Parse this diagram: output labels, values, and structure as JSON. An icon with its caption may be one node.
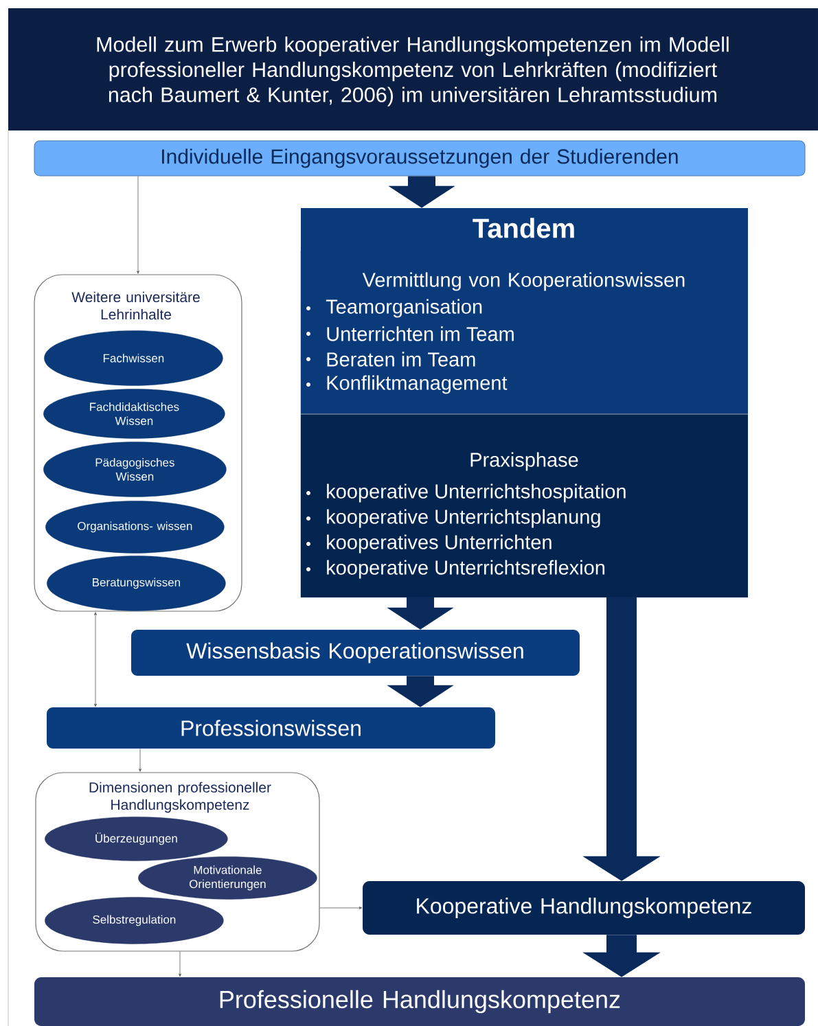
{
  "diagram": {
    "title": "Modell zum Erwerb kooperativer Handlungskompetenzen im Modell professioneller Handlungskompetenz von Lehrkräften (modifiziert nach Baumert & Kunter, 2006) im universitären Lehramtsstudium",
    "nodes": [
      {
        "text": [
          "Individuelle Eingangsvoraussetzungen der Studierenden"
        ]
      },
      {
        "text": [
          "Tandem"
        ]
      },
      {
        "text": [
          "Vermittlung von Kooperationswissen",
          "Teamorganisation",
          "Unterrichten im Team",
          "Beraten im Team",
          "Konfliktmanagement"
        ],
        "in": 1
      },
      {
        "text": [
          "Praxisphase",
          "kooperative Unterrichtshospitation",
          "kooperative Unterrichtsplanung",
          "kooperatives Unterrichten",
          "kooperative Unterrichtsreflexion"
        ],
        "in": 1
      },
      {
        "text": [
          "Weitere universitäre Lehrinhalte"
        ]
      },
      {
        "text": [
          "Fachwissen"
        ],
        "in": 4
      },
      {
        "text": [
          "Fachdidaktisches Wissen"
        ],
        "in": 4
      },
      {
        "text": [
          "Pädagogisches Wissen"
        ],
        "in": 4
      },
      {
        "text": [
          "Organisations- wissen"
        ],
        "in": 4
      },
      {
        "text": [
          "Beratungswissen"
        ],
        "in": 4
      },
      {
        "text": [
          "Wissensbasis Kooperationswissen"
        ]
      },
      {
        "text": [
          "Professionswissen"
        ]
      },
      {
        "text": [
          "Dimensionen professioneller Handlungskompetenz"
        ]
      },
      {
        "text": [
          "Überzeugungen"
        ],
        "in": 12
      },
      {
        "text": [
          "Motivationale Orientierungen"
        ],
        "in": 12
      },
      {
        "text": [
          "Selbstregulation"
        ],
        "in": 12
      },
      {
        "text": [
          "Kooperative Handlungskompetenz"
        ]
      },
      {
        "text": [
          "Professionelle Handlungskompetenz"
        ]
      }
    ],
    "edges": [
      {
        "from": 0,
        "to": 1,
        "arrow": "to",
        "style": "thick"
      },
      {
        "from": 3,
        "to": 10,
        "arrow": "to",
        "style": "thick"
      },
      {
        "from": 10,
        "to": 11,
        "arrow": "to",
        "style": "thick"
      },
      {
        "from": 3,
        "to": 16,
        "arrow": "to",
        "style": "thick"
      },
      {
        "from": 16,
        "to": 17,
        "arrow": "to",
        "style": "thick"
      },
      {
        "from": 0,
        "to": 4,
        "arrow": "to"
      },
      {
        "from": 4,
        "to": 11,
        "arrow": "both"
      },
      {
        "from": 11,
        "to": 12,
        "arrow": "to"
      },
      {
        "from": 12,
        "to": 16,
        "arrow": "to"
      },
      {
        "from": 12,
        "to": 17,
        "arrow": "to"
      }
    ]
  }
}
